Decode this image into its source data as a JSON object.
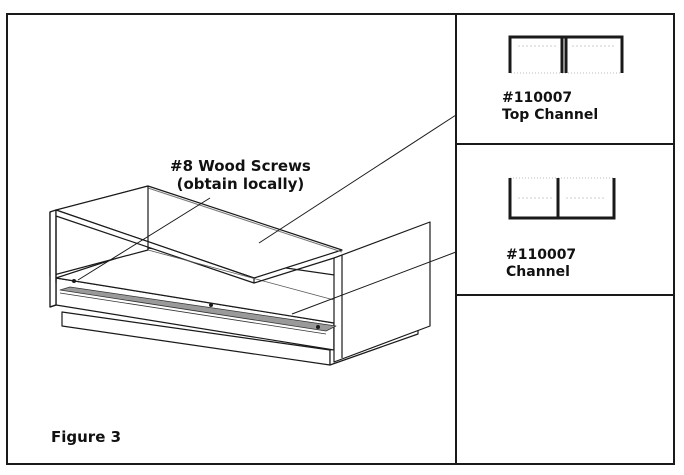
{
  "screws_label": {
    "line1": "#8 Wood Screws",
    "line2": "(obtain locally)"
  },
  "parts": [
    {
      "part_number": "#110007",
      "name": "Top Channel"
    },
    {
      "part_number": "#110007",
      "name": "Channel"
    }
  ],
  "figure_label": "Figure 3",
  "colors": {
    "line": "#1a1a1a",
    "wood_gray": "#9a9a9a",
    "background": "#ffffff"
  }
}
